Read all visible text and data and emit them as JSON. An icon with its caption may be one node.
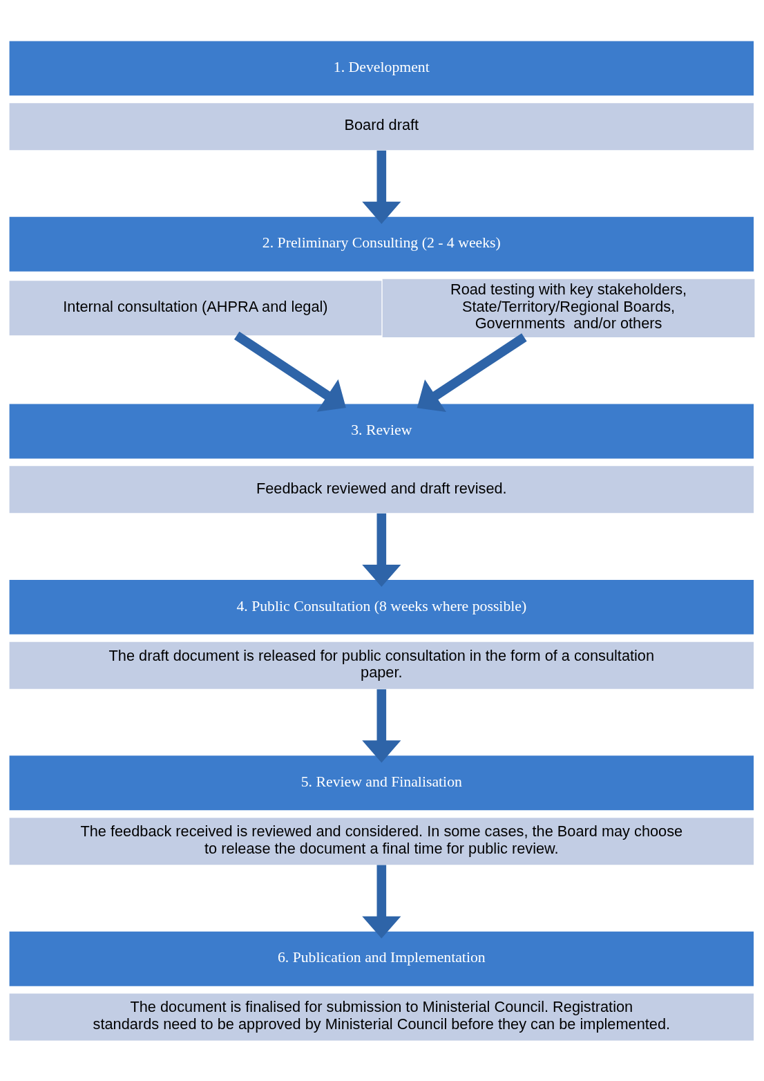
{
  "diagram": {
    "nodes": [
      {
        "text": [
          "1. Development"
        ]
      },
      {
        "text": [
          "Board draft"
        ]
      },
      {
        "text": [
          "2. Preliminary Consulting (2 - 4 weeks)"
        ]
      },
      {
        "text": [
          "Internal consultation (AHPRA and legal)"
        ]
      },
      {
        "text": [
          "Road testing with key stakeholders, State/Territory/Regional Boards, Governments  and/or others"
        ]
      },
      {
        "text": [
          "3. Review"
        ]
      },
      {
        "text": [
          "Feedback reviewed and draft revised."
        ]
      },
      {
        "text": [
          "4. Public Consultation (8 weeks where possible)"
        ]
      },
      {
        "text": [
          "The draft document is released for public consultation in the form of a consultation paper."
        ]
      },
      {
        "text": [
          "5. Review and Finalisation"
        ]
      },
      {
        "text": [
          "The feedback received is reviewed and considered. In some cases, the Board may choose to release the document a final time for public review."
        ]
      },
      {
        "text": [
          "6. Publication and Implementation"
        ]
      },
      {
        "text": [
          "The document is finalised for submission to Ministerial Council. Registration standards need to be approved by Ministerial Council before they can be implemented."
        ]
      }
    ],
    "edges": [
      {
        "from": 1,
        "to": 2,
        "arrow": "to"
      },
      {
        "from": 3,
        "to": 5,
        "arrow": "to"
      },
      {
        "from": 4,
        "to": 5,
        "arrow": "to"
      },
      {
        "from": 6,
        "to": 7,
        "arrow": "to"
      },
      {
        "from": 8,
        "to": 9,
        "arrow": "to"
      },
      {
        "from": 10,
        "to": 11,
        "arrow": "to"
      }
    ]
  }
}
